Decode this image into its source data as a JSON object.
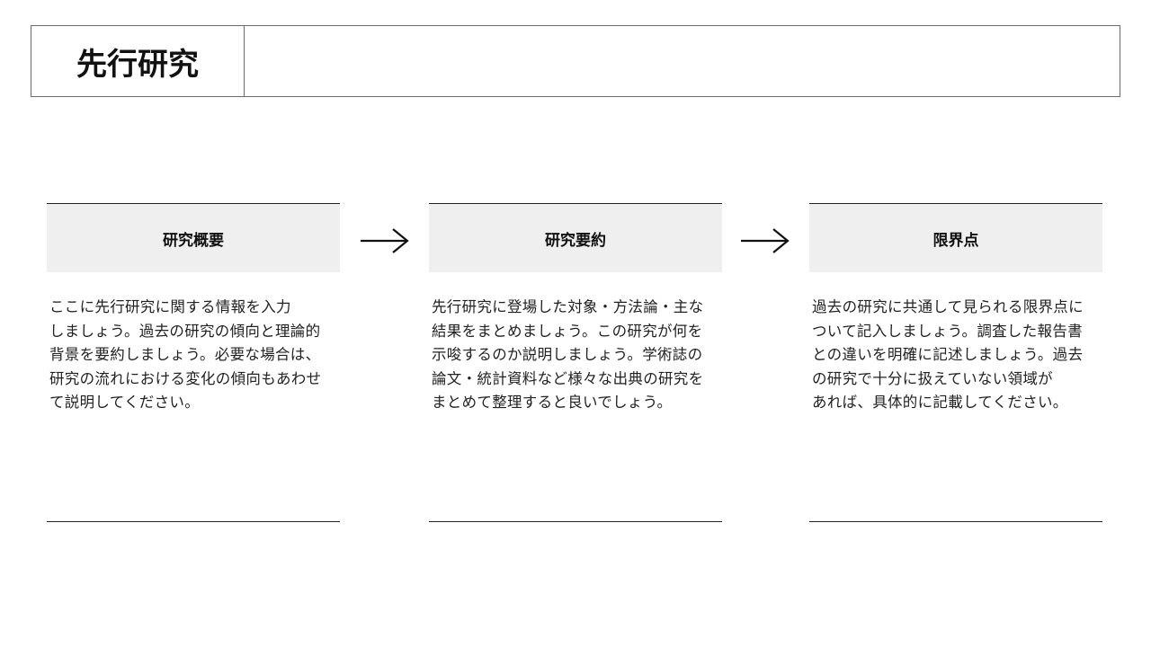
{
  "title": "先行研究",
  "columns": [
    {
      "heading": "研究概要",
      "lines": [
        "ここに先行研究に関する情報を入力",
        "しましょう。過去の研究の傾向と理論的",
        "背景を要約しましょう。必要な場合は、",
        "研究の流れにおける変化の傾向もあわせ",
        "て説明してください。"
      ]
    },
    {
      "heading": "研究要約",
      "lines": [
        "先行研究に登場した対象・方法論・主な",
        "結果をまとめましょう。この研究が何を",
        "示唆するのか説明しましょう。学術誌の",
        "論文・統計資料など様々な出典の研究を",
        "まとめて整理すると良いでしょう。"
      ]
    },
    {
      "heading": "限界点",
      "lines": [
        "過去の研究に共通して見られる限界点に",
        "ついて記入しましょう。調査した報告書",
        "との違いを明確に記述しましょう。過去",
        "の研究で十分に扱えていない領域が",
        "あれば、具体的に記載してください。"
      ]
    }
  ],
  "arrows": [
    "arrow-right-icon",
    "arrow-right-icon"
  ],
  "colors": {
    "header_bg": "#efefef",
    "border": "#6b6b6b",
    "rule": "#222222"
  }
}
